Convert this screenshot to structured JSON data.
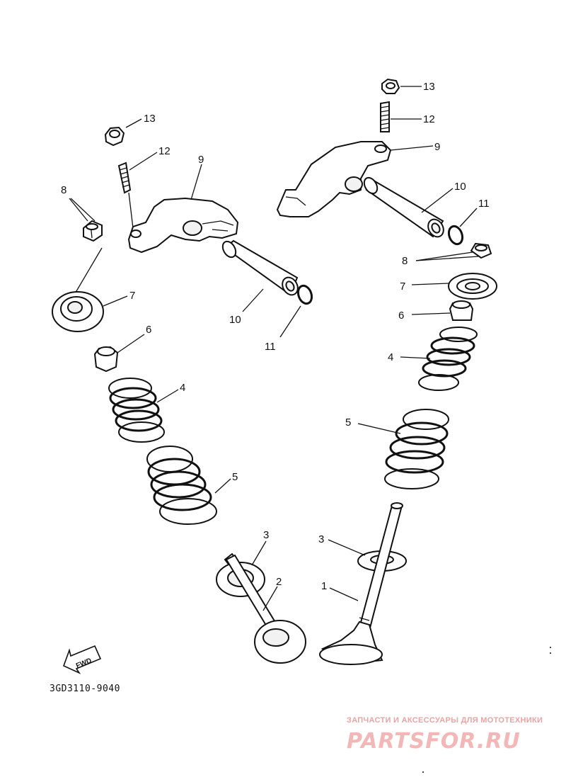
{
  "callouts": {
    "left": {
      "n13": "13",
      "n12": "12",
      "n9": "9",
      "n8": "8",
      "n7": "7",
      "n10": "10",
      "n11": "11",
      "n6": "6",
      "n4": "4",
      "n5": "5",
      "n3": "3",
      "n2": "2"
    },
    "right": {
      "n13": "13",
      "n12": "12",
      "n9": "9",
      "n10": "10",
      "n11": "11",
      "n8": "8",
      "n7": "7",
      "n6": "6",
      "n4": "4",
      "n5": "5",
      "n3": "3",
      "n1": "1"
    }
  },
  "fwd_label": "FWD",
  "diagram_code": "3GD3110-9040",
  "watermark": {
    "tagline": "ЗАПЧАСТИ И АКСЕССУАРЫ ДЛЯ МОТОТЕХНИКИ",
    "brand": "PARTSFOR.RU"
  }
}
